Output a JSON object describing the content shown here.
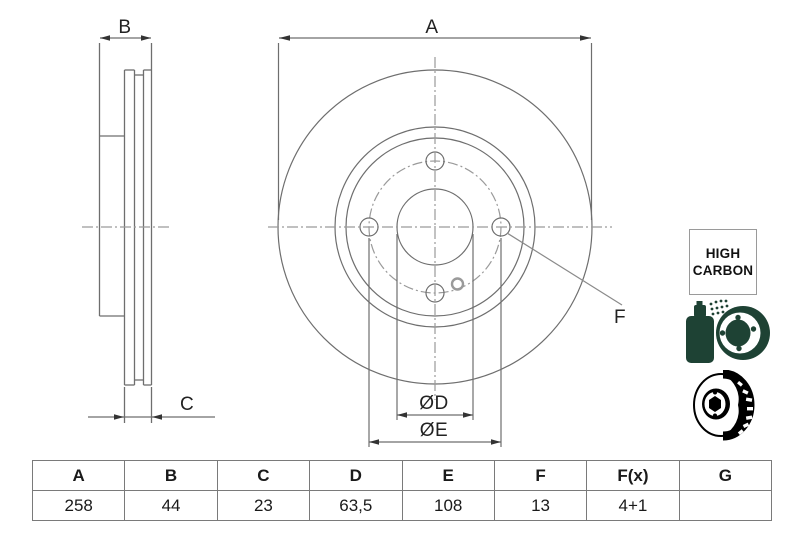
{
  "drawing": {
    "side_view": {
      "dim_b_label": "B",
      "dim_c_label": "C"
    },
    "front_view": {
      "dim_a_label": "A",
      "dim_d_label": "ØD",
      "dim_e_label": "ØE",
      "dim_f_label": "F"
    }
  },
  "badge": {
    "line1": "HIGH",
    "line2": "CARBON"
  },
  "icons": [
    {
      "name": "coated-disc-spray-icon"
    },
    {
      "name": "vented-disc-icon"
    }
  ],
  "colors": {
    "line_gray": "#6e6e6e",
    "centerline_gray": "#9a9a9a",
    "arrow_black": "#333333",
    "icon_green": "#1e4234",
    "table_border": "#7a7a7a",
    "text": "#1a1a1a"
  },
  "table": {
    "headers": [
      "A",
      "B",
      "C",
      "D",
      "E",
      "F",
      "F(x)",
      "G"
    ],
    "values": [
      "258",
      "44",
      "23",
      "63,5",
      "108",
      "13",
      "4+1",
      ""
    ]
  }
}
